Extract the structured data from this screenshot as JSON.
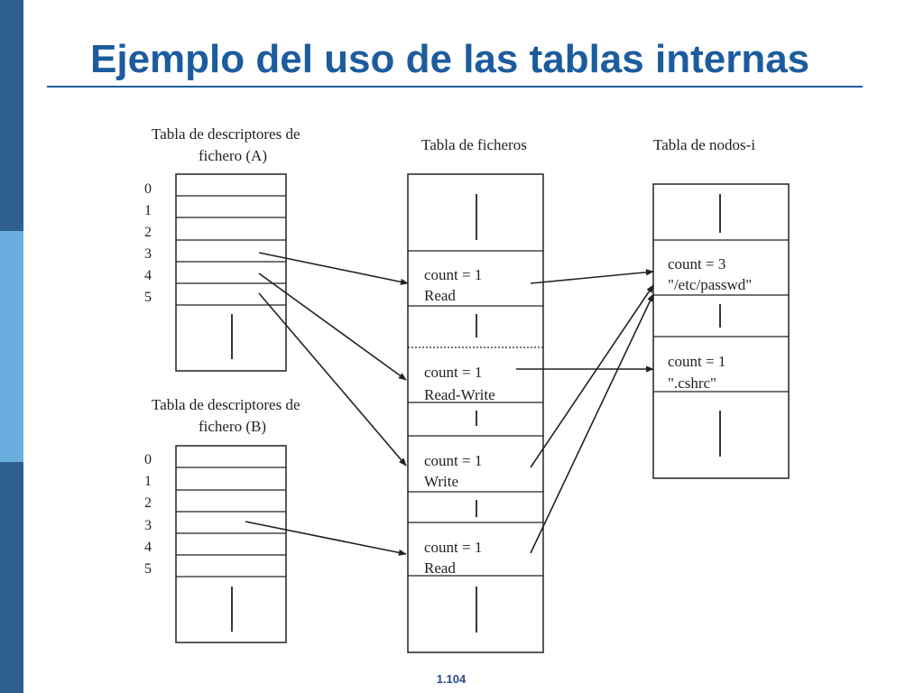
{
  "slide": {
    "title": "Ejemplo del uso de las tablas internas",
    "page_number": "1.104"
  },
  "colors": {
    "title": "#1c5c9e",
    "sidebar_dark": "#2f5f8f",
    "sidebar_light": "#6aaee0",
    "line": "#222222"
  },
  "diagram": {
    "table_a": {
      "title_line1": "Tabla de descriptores de",
      "title_line2": "fichero (A)",
      "indices": [
        "0",
        "1",
        "2",
        "3",
        "4",
        "5"
      ]
    },
    "table_b": {
      "title_line1": "Tabla de descriptores de",
      "title_line2": "fichero (B)",
      "indices": [
        "0",
        "1",
        "2",
        "3",
        "4",
        "5"
      ]
    },
    "file_table": {
      "title": "Tabla de ficheros",
      "entries": [
        {
          "count": "count = 1",
          "mode": "Read"
        },
        {
          "count": "count = 1",
          "mode": "Read-Write"
        },
        {
          "count": "count = 1",
          "mode": "Write"
        },
        {
          "count": "count = 1",
          "mode": "Read"
        }
      ]
    },
    "inode_table": {
      "title": "Tabla de nodos-i",
      "entries": [
        {
          "count": "count =  3",
          "name": "\"/etc/passwd\""
        },
        {
          "count": "count =  1",
          "name": "\".cshrc\""
        }
      ]
    }
  }
}
